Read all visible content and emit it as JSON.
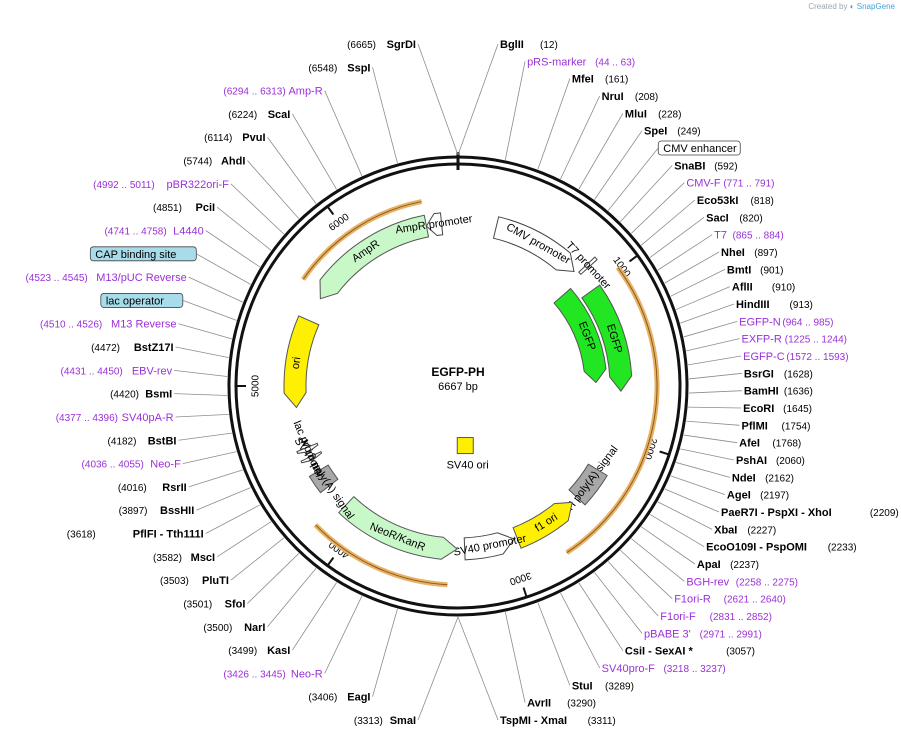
{
  "credit": {
    "prefix": "Created by",
    "brand": "◐ SnapGene"
  },
  "plasmid": {
    "name": "EGFP-PH",
    "size_label": "6667 bp",
    "length_bp": 6667
  },
  "colors": {
    "backbone": "#111111",
    "enzyme_text": "#000000",
    "primer_text": "#9b30d9",
    "leader": "#8c8c8c",
    "green_feature": "#22e622",
    "light_green_feature": "#c8f7c8",
    "yellow_feature": "#ffef00",
    "gray_feature": "#a8a8a8",
    "white_feature": "#ffffff",
    "orf_band": "#e8b266",
    "cyan_box": "#a8dcea"
  },
  "ticks": [
    {
      "bp": 1000,
      "label": "1000"
    },
    {
      "bp": 2000,
      "label": "2000"
    },
    {
      "bp": 3000,
      "label": "3000"
    },
    {
      "bp": 4000,
      "label": "4000"
    },
    {
      "bp": 5000,
      "label": "5000"
    },
    {
      "bp": 6000,
      "label": "6000"
    }
  ],
  "features": [
    {
      "name": "CMV promoter",
      "start": 250,
      "end": 840,
      "track": 0,
      "direction": 1,
      "fill": "white_feature"
    },
    {
      "name": "T7 promoter",
      "start": 865,
      "end": 884,
      "track": 1,
      "direction": 1,
      "fill": "white_feature"
    },
    {
      "name": "EGFP",
      "start": 910,
      "end": 1640,
      "track": 2,
      "direction": 1,
      "fill": "green_feature"
    },
    {
      "name": "EGFP",
      "start": 1010,
      "end": 1700,
      "track": 0,
      "direction": 1,
      "fill": "green_feature"
    },
    {
      "name": "bGH poly(A) signal",
      "start": 2240,
      "end": 2465,
      "track": 0,
      "direction": 0,
      "fill": "gray_feature"
    },
    {
      "name": "f1 ori",
      "start": 2510,
      "end": 2940,
      "track": 0,
      "direction": -1,
      "fill": "yellow_feature"
    },
    {
      "name": "SV40 promoter",
      "start": 2960,
      "end": 3290,
      "track": 0,
      "direction": -1,
      "fill": "white_feature"
    },
    {
      "name": "SV40 ori",
      "start": 3140,
      "end": 3270,
      "track": 3,
      "direction": 0,
      "fill": "yellow_feature"
    },
    {
      "name": "NeoR/KanR",
      "start": 3340,
      "end": 4135,
      "track": 0,
      "direction": -1,
      "fill": "light_green_feature"
    },
    {
      "name": "SV40 poly(A) signal",
      "start": 4300,
      "end": 4420,
      "track": 0,
      "direction": 0,
      "fill": "gray_feature"
    },
    {
      "name": "M13 rev",
      "start": 4500,
      "end": 4526,
      "track": 0,
      "direction": -1,
      "fill": "white_feature"
    },
    {
      "name": "lac promoter",
      "start": 4560,
      "end": 4590,
      "track": 0,
      "direction": -1,
      "fill": "white_feature"
    },
    {
      "name": "ori",
      "start": 4860,
      "end": 5440,
      "track": 0,
      "direction": -1,
      "fill": "yellow_feature"
    },
    {
      "name": "AmpR",
      "start": 5600,
      "end": 6460,
      "track": 0,
      "direction": -1,
      "fill": "light_green_feature"
    },
    {
      "name": "AmpR promoter",
      "start": 6460,
      "end": 6560,
      "track": 0,
      "direction": -1,
      "fill": "white_feature"
    }
  ],
  "bands": [
    {
      "start": 990,
      "end": 2720,
      "inner": false
    },
    {
      "start": 3390,
      "end": 4180,
      "inner": false
    },
    {
      "start": 5640,
      "end": 6460,
      "inner": true
    }
  ],
  "labels": [
    {
      "text": "SgrDI",
      "bp": "(6665)",
      "kind": "enzyme",
      "side": "left"
    },
    {
      "text": "BglII",
      "bp": "(12)",
      "kind": "enzyme",
      "side": "right"
    },
    {
      "text": "SspI",
      "bp": "(6548)",
      "kind": "enzyme",
      "side": "left"
    },
    {
      "text": "pRS-marker",
      "bp": "(44 .. 63)",
      "kind": "primer",
      "side": "right"
    },
    {
      "text": "Amp-R",
      "bp": "(6294 .. 6313)",
      "kind": "primer",
      "side": "left"
    },
    {
      "text": "MfeI",
      "bp": "(161)",
      "kind": "enzyme",
      "side": "right"
    },
    {
      "text": "NruI",
      "bp": "(208)",
      "kind": "enzyme",
      "side": "right"
    },
    {
      "text": "ScaI",
      "bp": "(6224)",
      "kind": "enzyme",
      "side": "left"
    },
    {
      "text": "MluI",
      "bp": "(228)",
      "kind": "enzyme",
      "side": "right"
    },
    {
      "text": "PvuI",
      "bp": "(6114)",
      "kind": "enzyme",
      "side": "left"
    },
    {
      "text": "SpeI",
      "bp": "(249)",
      "kind": "enzyme",
      "side": "right"
    },
    {
      "text": "CMV enhancer",
      "bp": "",
      "kind": "boxed",
      "side": "right"
    },
    {
      "text": "SnaBI",
      "bp": "(592)",
      "kind": "enzyme",
      "side": "right"
    },
    {
      "text": "CMV-F",
      "bp": "(771 .. 791)",
      "kind": "primer",
      "side": "right"
    },
    {
      "text": "AhdI",
      "bp": "(5744)",
      "kind": "enzyme",
      "side": "left"
    },
    {
      "text": "Eco53kI",
      "bp": "(818)",
      "kind": "enzyme",
      "side": "right"
    },
    {
      "text": "SacI",
      "bp": "(820)",
      "kind": "enzyme",
      "side": "right"
    },
    {
      "text": "T7",
      "bp": "(865 .. 884)",
      "kind": "primer",
      "side": "right"
    },
    {
      "text": "NheI",
      "bp": "(897)",
      "kind": "enzyme",
      "side": "right"
    },
    {
      "text": "BmtI",
      "bp": "(901)",
      "kind": "enzyme",
      "side": "right"
    },
    {
      "text": "AflII",
      "bp": "(910)",
      "kind": "enzyme",
      "side": "right"
    },
    {
      "text": "HindIII",
      "bp": "(913)",
      "kind": "enzyme",
      "side": "right"
    },
    {
      "text": "EGFP-N",
      "bp": "(964 .. 985)",
      "kind": "primer",
      "side": "right"
    },
    {
      "text": "EXFP-R",
      "bp": "(1225 .. 1244)",
      "kind": "primer",
      "side": "right"
    },
    {
      "text": "pBR322ori-F",
      "bp": "(4992 .. 5011)",
      "kind": "primer",
      "side": "left"
    },
    {
      "text": "EGFP-C",
      "bp": "(1572 .. 1593)",
      "kind": "primer",
      "side": "right"
    },
    {
      "text": "PciI",
      "bp": "(4851)",
      "kind": "enzyme",
      "side": "left"
    },
    {
      "text": "BsrGI",
      "bp": "(1628)",
      "kind": "enzyme",
      "side": "right"
    },
    {
      "text": "BamHI",
      "bp": "(1636)",
      "kind": "enzyme",
      "side": "right"
    },
    {
      "text": "L4440",
      "bp": "(4741 .. 4758)",
      "kind": "primer",
      "side": "left"
    },
    {
      "text": "EcoRI",
      "bp": "(1645)",
      "kind": "enzyme",
      "side": "right"
    },
    {
      "text": "CAP binding site",
      "bp": "",
      "kind": "cyanbox",
      "side": "left"
    },
    {
      "text": "PflMI",
      "bp": "(1754)",
      "kind": "enzyme",
      "side": "right"
    },
    {
      "text": "AfeI",
      "bp": "(1768)",
      "kind": "enzyme",
      "side": "right"
    },
    {
      "text": "M13/pUC Reverse",
      "bp": "(4523 .. 4545)",
      "kind": "primer",
      "side": "left"
    },
    {
      "text": "lac operator",
      "bp": "",
      "kind": "cyanbox",
      "side": "left"
    },
    {
      "text": "M13 Reverse",
      "bp": "(4510 .. 4526)",
      "kind": "primer",
      "side": "left"
    },
    {
      "text": "PshAI",
      "bp": "(2060)",
      "kind": "enzyme",
      "side": "right"
    },
    {
      "text": "BstZ17I",
      "bp": "(4472)",
      "kind": "enzyme",
      "side": "left"
    },
    {
      "text": "NdeI",
      "bp": "(2162)",
      "kind": "enzyme",
      "side": "right"
    },
    {
      "text": "AgeI",
      "bp": "(2197)",
      "kind": "enzyme",
      "side": "right"
    },
    {
      "text": "EBV-rev",
      "bp": "(4431 .. 4450)",
      "kind": "primer",
      "side": "left"
    },
    {
      "text": "PaeR7I - PspXI - XhoI",
      "bp": "(2209)",
      "kind": "enzyme",
      "side": "right"
    },
    {
      "text": "BsmI",
      "bp": "(4420)",
      "kind": "enzyme",
      "side": "left"
    },
    {
      "text": "XbaI",
      "bp": "(2227)",
      "kind": "enzyme",
      "side": "right"
    },
    {
      "text": "SV40pA-R",
      "bp": "(4377 .. 4396)",
      "kind": "primer",
      "side": "left"
    },
    {
      "text": "EcoO109I - PspOMI",
      "bp": "(2233)",
      "kind": "enzyme",
      "side": "right"
    },
    {
      "text": "ApaI",
      "bp": "(2237)",
      "kind": "enzyme",
      "side": "right"
    },
    {
      "text": "BstBI",
      "bp": "(4182)",
      "kind": "enzyme",
      "side": "left"
    },
    {
      "text": "BGH-rev",
      "bp": "(2258 .. 2275)",
      "kind": "primer",
      "side": "right"
    },
    {
      "text": "Neo-F",
      "bp": "(4036 .. 4055)",
      "kind": "primer",
      "side": "left"
    },
    {
      "text": "RsrII",
      "bp": "(4016)",
      "kind": "enzyme",
      "side": "left"
    },
    {
      "text": "F1ori-R",
      "bp": "(2621 .. 2640)",
      "kind": "primer",
      "side": "right"
    },
    {
      "text": "BssHII",
      "bp": "(3897)",
      "kind": "enzyme",
      "side": "left"
    },
    {
      "text": "F1ori-F",
      "bp": "(2831 .. 2852)",
      "kind": "primer",
      "side": "right"
    },
    {
      "text": "PflFI - Tth111I",
      "bp": "(3618)",
      "kind": "enzyme",
      "side": "left"
    },
    {
      "text": "pBABE 3'",
      "bp": "(2971 .. 2991)",
      "kind": "primer",
      "side": "right"
    },
    {
      "text": "MscI",
      "bp": "(3582)",
      "kind": "enzyme",
      "side": "left"
    },
    {
      "text": "CsiI - SexAI *",
      "bp": "(3057)",
      "kind": "enzyme",
      "side": "right"
    },
    {
      "text": "PluTI",
      "bp": "(3503)",
      "kind": "enzyme",
      "side": "left"
    },
    {
      "text": "SV40pro-F",
      "bp": "(3218 .. 3237)",
      "kind": "primer",
      "side": "right"
    },
    {
      "text": "SfoI",
      "bp": "(3501)",
      "kind": "enzyme",
      "side": "left"
    },
    {
      "text": "NarI",
      "bp": "(3500)",
      "kind": "enzyme",
      "side": "left"
    },
    {
      "text": "StuI",
      "bp": "(3289)",
      "kind": "enzyme",
      "side": "right"
    },
    {
      "text": "KasI",
      "bp": "(3499)",
      "kind": "enzyme",
      "side": "left"
    },
    {
      "text": "AvrII",
      "bp": "(3290)",
      "kind": "enzyme",
      "side": "right"
    },
    {
      "text": "TspMI - XmaI",
      "bp": "(3311)",
      "kind": "enzyme",
      "side": "right"
    },
    {
      "text": "Neo-R",
      "bp": "(3426 .. 3445)",
      "kind": "primer",
      "side": "left"
    },
    {
      "text": "EagI",
      "bp": "(3406)",
      "kind": "enzyme",
      "side": "left"
    },
    {
      "text": "SmaI",
      "bp": "(3313)",
      "kind": "enzyme",
      "side": "left"
    }
  ]
}
